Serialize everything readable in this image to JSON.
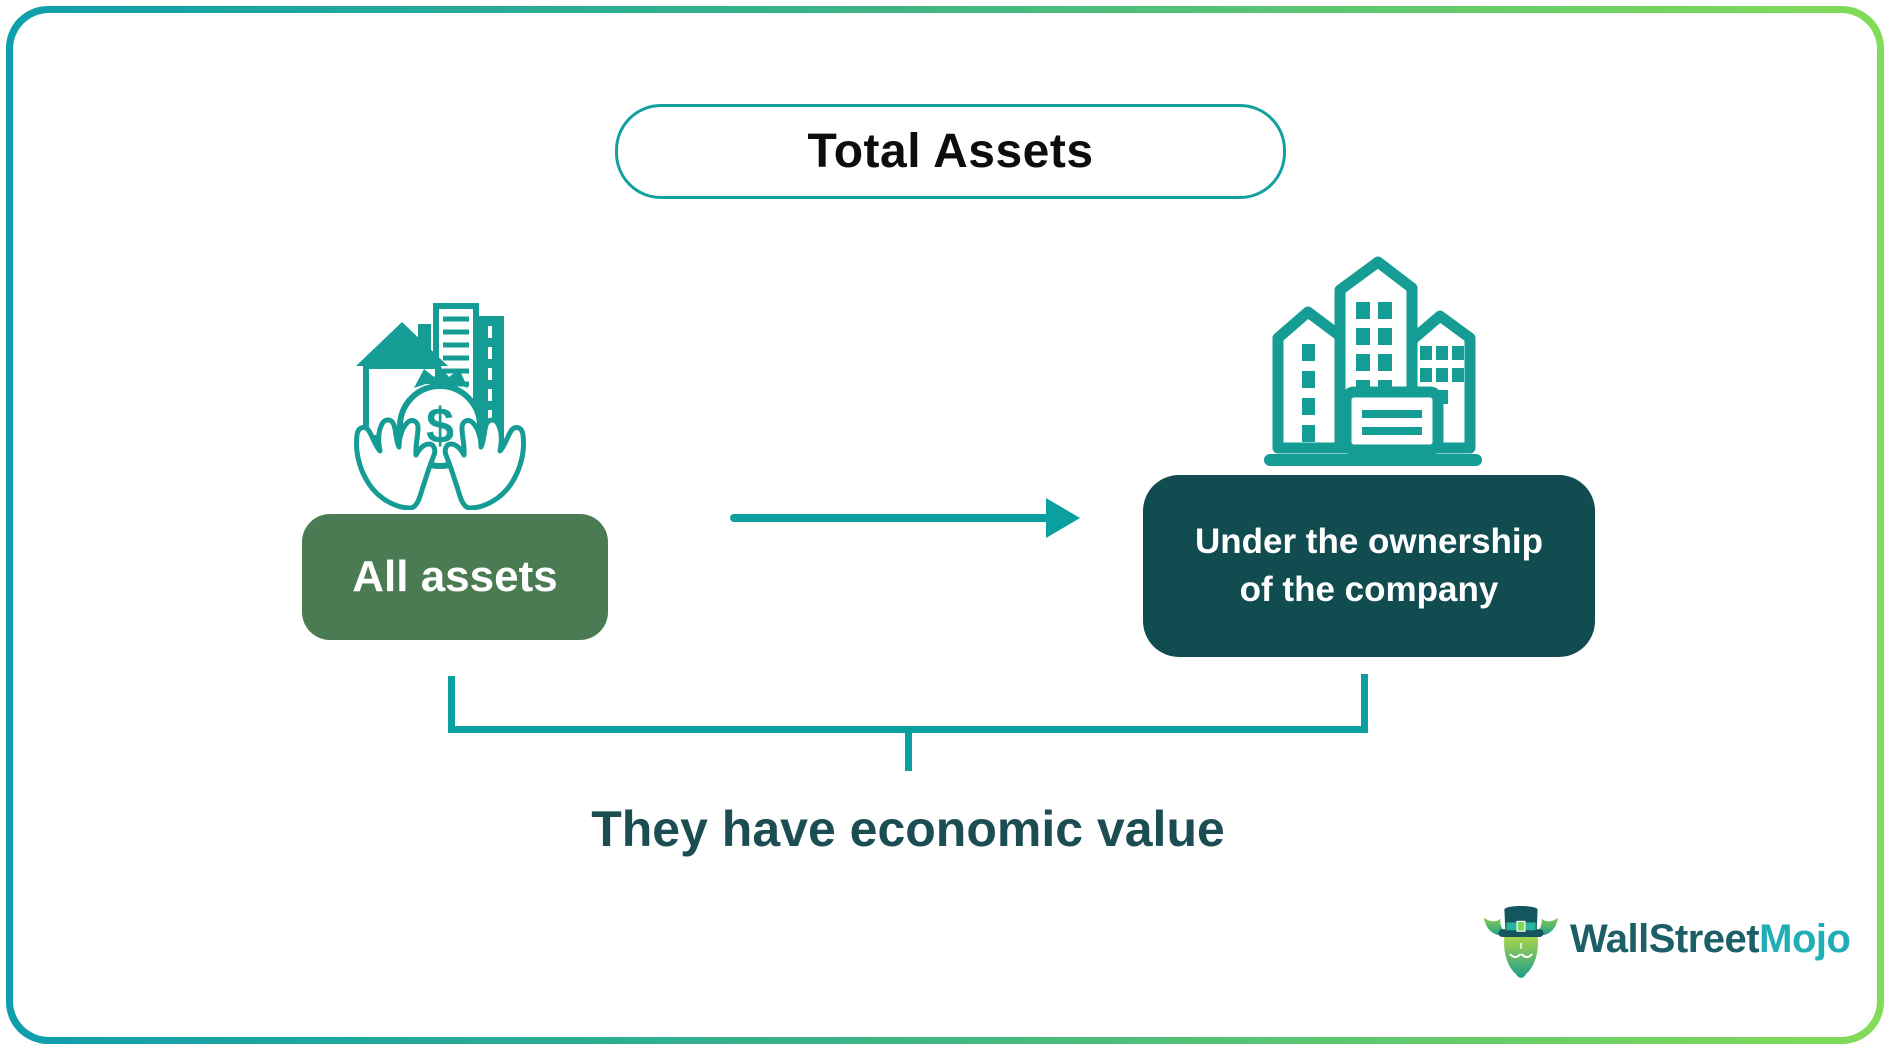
{
  "title": {
    "label": "Total Assets"
  },
  "flow": {
    "source": {
      "label": "All assets",
      "icon": "hands-holding-money-bag-icon"
    },
    "target": {
      "label_line1": "Under the ownership",
      "label_line2": "of the company",
      "icon": "company-buildings-icon"
    },
    "relation_caption": "They have economic value"
  },
  "icons": {
    "currency_symbol": "$"
  },
  "logo": {
    "brand_first": "WallStreet",
    "brand_second": "Mojo",
    "icon": "bull-mascot-icon"
  },
  "colors": {
    "frame_gradient_start": "#0E9FAD",
    "frame_gradient_end": "#83DC57",
    "pill_border": "#14A0A0",
    "line_teal": "#0AA0A0",
    "icon_teal": "#159C95",
    "source_box_green": "#4A7B52",
    "target_box_dark_teal": "#114C50",
    "caption_text": "#1B4D52",
    "logo_dark": "#1C5F66",
    "logo_bright": "#1FAEB4",
    "title_text": "#0D0D0D"
  }
}
